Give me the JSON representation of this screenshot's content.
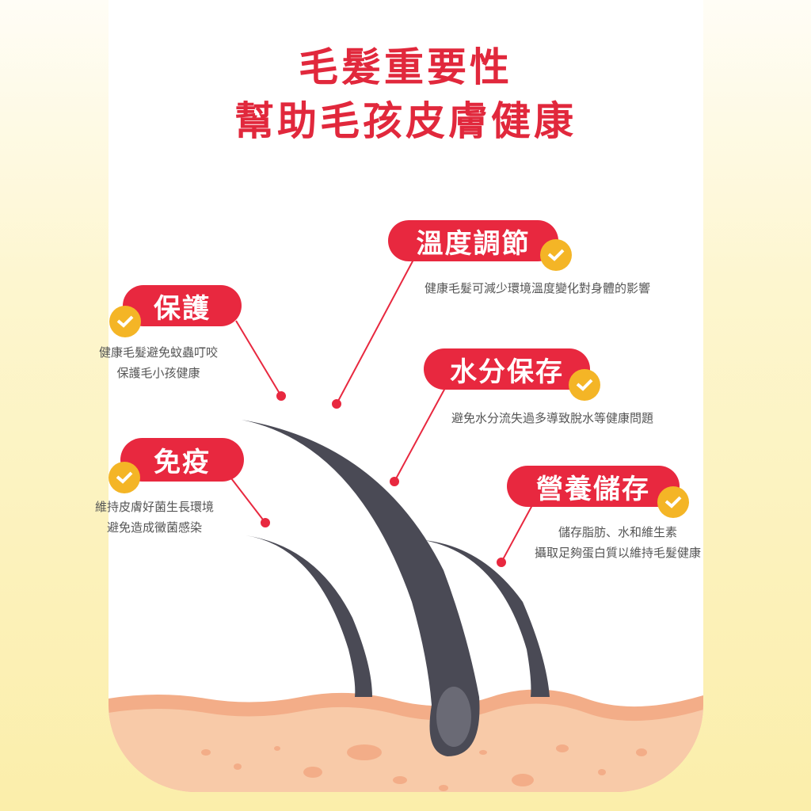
{
  "title": {
    "line1": "毛髮重要性",
    "line2": "幫助毛孩皮膚健康"
  },
  "colors": {
    "accent": "#e8283f",
    "check": "#f4b526",
    "hair": "#4a4a55",
    "skin": "#f7c9a5"
  },
  "items": [
    {
      "label": "保護",
      "desc": [
        "健康毛髮避免蚊蟲叮咬",
        "保護毛小孩健康"
      ],
      "icon": "check-icon"
    },
    {
      "label": "溫度調節",
      "desc": [
        "健康毛髮可減少環境溫度變化對身體的影響"
      ],
      "icon": "check-icon"
    },
    {
      "label": "水分保存",
      "desc": [
        "避免水分流失過多導致脫水等健康問題"
      ],
      "icon": "check-icon"
    },
    {
      "label": "免疫",
      "desc": [
        "維持皮膚好菌生長環境",
        "避免造成黴菌感染"
      ],
      "icon": "check-icon"
    },
    {
      "label": "營養儲存",
      "desc": [
        "儲存脂肪、水和維生素",
        "攝取足夠蛋白質以維持毛髮健康"
      ],
      "icon": "check-icon"
    }
  ]
}
